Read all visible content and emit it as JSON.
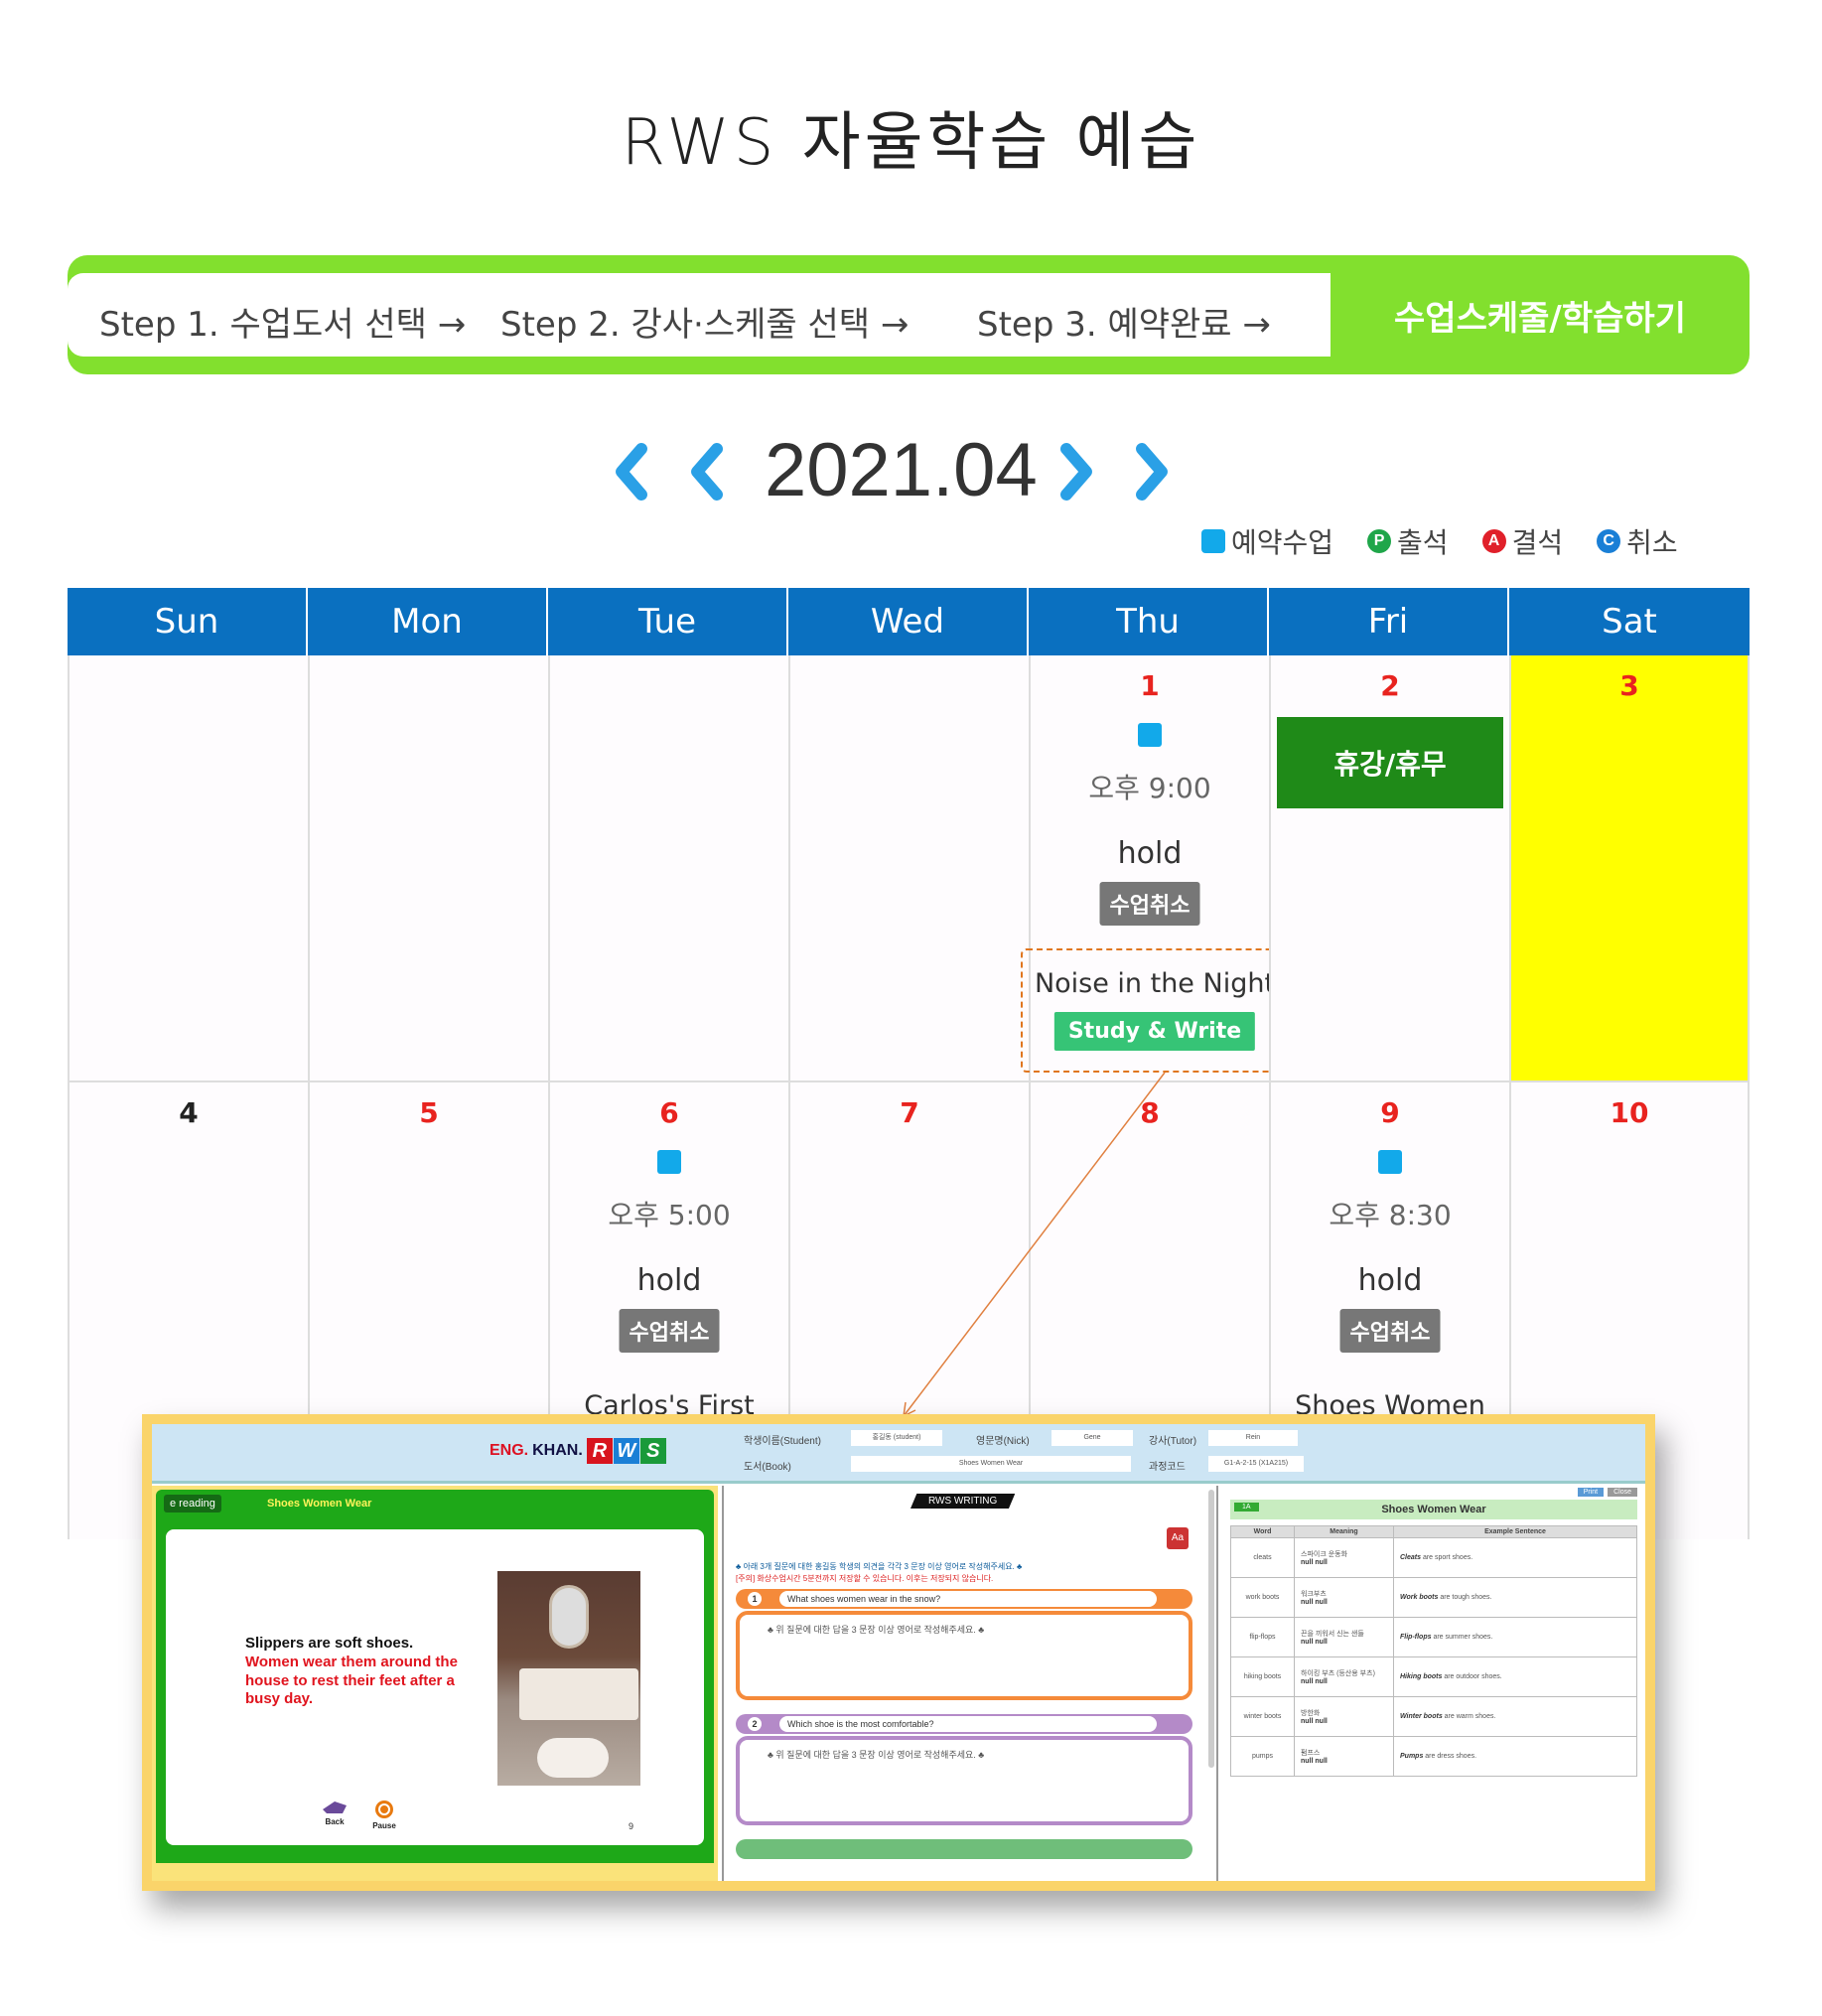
{
  "page": {
    "title": "RWS  자율학습  예습"
  },
  "steps": {
    "step1": "Step 1. 수업도서 선택 →",
    "step2": "Step 2. 강사·스케줄 선택 →",
    "step3": "Step 3. 예약완료 →",
    "cta": "수업스케줄/학습하기",
    "accent": "#82e02e"
  },
  "calendar": {
    "month": "2021.04",
    "legend": {
      "reserved": "예약수업",
      "present": "출석",
      "present_badge": "P",
      "absent": "결석",
      "absent_badge": "A",
      "cancelled": "취소",
      "cancelled_badge": "C"
    },
    "weekdays": [
      "Sun",
      "Mon",
      "Tue",
      "Wed",
      "Thu",
      "Fri",
      "Sat"
    ],
    "header_color": "#0a70c0",
    "week1": {
      "thu": {
        "day": "1",
        "time": "오후 9:00",
        "status": "hold",
        "cancel": "수업취소",
        "book": "Noise in the Night",
        "action": "Study & Write"
      },
      "fri": {
        "day": "2",
        "holiday": "휴강/휴무"
      },
      "sat": {
        "day": "3"
      }
    },
    "week2": {
      "sun": {
        "day": "4"
      },
      "mon": {
        "day": "5"
      },
      "tue": {
        "day": "6",
        "time": "오후 5:00",
        "status": "hold",
        "cancel": "수업취소",
        "book": "Carlos's First"
      },
      "wed": {
        "day": "7"
      },
      "thu": {
        "day": "8"
      },
      "fri": {
        "day": "9",
        "time": "오후 8:30",
        "status": "hold",
        "cancel": "수업취소",
        "book": "Shoes Women"
      },
      "sat": {
        "day": "10"
      }
    }
  },
  "screenshot": {
    "logo_prefix": "ENG.",
    "logo_name": "KHAN.",
    "logo_letters": [
      "R",
      "W",
      "S"
    ],
    "student_label": "학생이름(Student)",
    "student_value": "홍길동 (student)",
    "nick_label": "영문명(Nick)",
    "nick_value": "Gene",
    "tutor_label": "강사(Tutor)",
    "tutor_value": "Rein",
    "book_label": "도서(Book)",
    "book_value": "Shoes Women Wear",
    "course_label": "과정코드",
    "course_value": "G1-A-2-15 (X1A215)",
    "reader": {
      "badge": "e reading",
      "title": "Shoes Women Wear",
      "line1": "Slippers are soft shoes.",
      "line2": "Women wear them around the house to rest their feet after a busy day.",
      "back": "Back",
      "pause": "Pause",
      "page": "9"
    },
    "writing": {
      "title": "RWS WRITING",
      "aa": "Aa",
      "note1": "♣ 아래 3개 질문에 대한 홍길동 학생의 의견을 각각 3 문장 이상 영어로 작성해주세요. ♣",
      "note2": "[주의] 화상수업시간 5분전까지 저장할 수 있습니다. 이후는 저장되지 않습니다.",
      "q1_num": "1",
      "q1": "What shoes women wear in the snow?",
      "q2_num": "2",
      "q2": "Which shoe is the most comfortable?",
      "hint": "♣ 위 질문에 대한 답을 3 문장 이상 영어로 작성해주세요. ♣"
    },
    "vocab": {
      "print": "Print",
      "close": "Close",
      "tag": "1A",
      "title": "Shoes Women Wear",
      "headers": [
        "Word",
        "Meaning",
        "Example Sentence"
      ],
      "rows": [
        {
          "word": "cleats",
          "meaning": "스파이크 운동화",
          "bold": "Cleats",
          "rest": " are sport shoes."
        },
        {
          "word": "work boots",
          "meaning": "워크부츠",
          "bold": "Work boots",
          "rest": " are tough shoes."
        },
        {
          "word": "flip-flops",
          "meaning": "끈을 끼워서 신는 샌들",
          "bold": "Flip-flops",
          "rest": " are summer shoes."
        },
        {
          "word": "hiking boots",
          "meaning": "하이킹 부츠 (등산용 부츠)",
          "bold": "Hiking boots",
          "rest": " are outdoor shoes."
        },
        {
          "word": "winter boots",
          "meaning": "방한화",
          "bold": "Winter boots",
          "rest": " are warm shoes."
        },
        {
          "word": "pumps",
          "meaning": "펌프스",
          "bold": "Pumps",
          "rest": " are dress shoes."
        }
      ],
      "null_text": "null null"
    }
  }
}
